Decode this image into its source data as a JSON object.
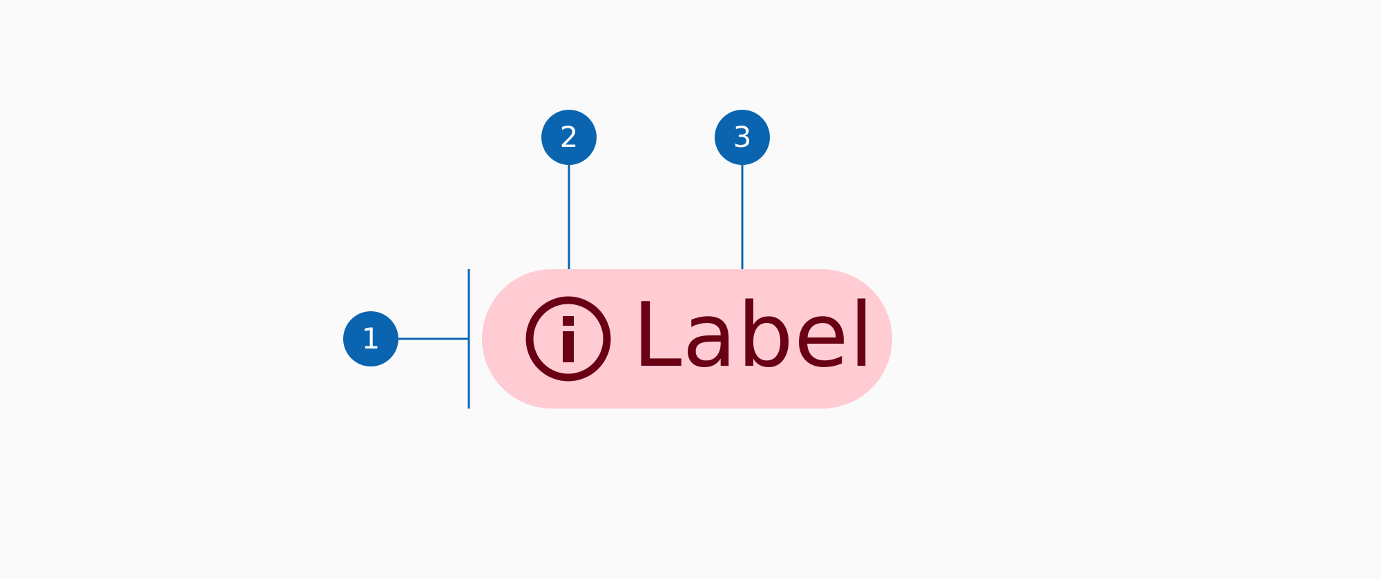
{
  "markers": [
    {
      "number": "1"
    },
    {
      "number": "2"
    },
    {
      "number": "3"
    }
  ],
  "badge": {
    "label": "Label",
    "icon": "info-circle-icon",
    "background_color": "#ffccd4",
    "text_color": "#6a0013"
  },
  "colors": {
    "annotation": "#0b64b0",
    "page_background": "#fafafa"
  }
}
